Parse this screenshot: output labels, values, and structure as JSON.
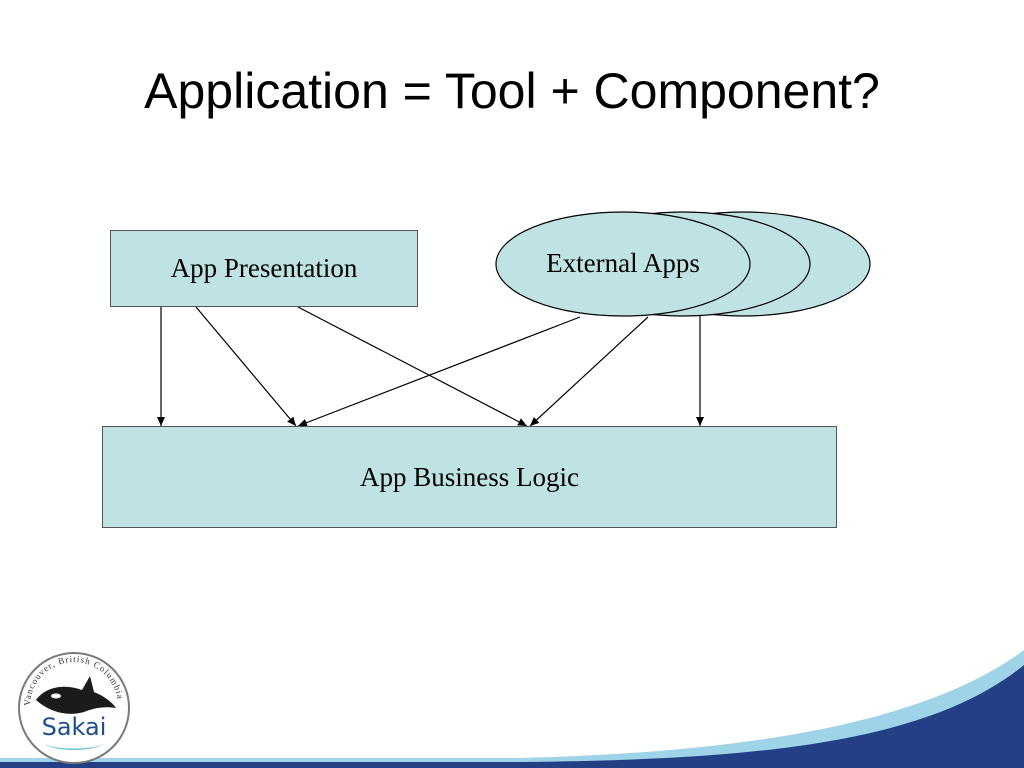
{
  "slide": {
    "title": "Application = Tool + Component?"
  },
  "diagram": {
    "nodes": {
      "app_presentation": "App Presentation",
      "external_apps": "External Apps",
      "app_business_logic": "App Business Logic"
    },
    "edges": [
      {
        "from": "app_presentation",
        "to": "app_business_logic"
      },
      {
        "from": "app_presentation",
        "to": "app_business_logic"
      },
      {
        "from": "app_presentation",
        "to": "app_business_logic"
      },
      {
        "from": "external_apps",
        "to": "app_business_logic"
      },
      {
        "from": "external_apps",
        "to": "app_business_logic"
      },
      {
        "from": "external_apps",
        "to": "app_business_logic"
      }
    ]
  },
  "logo": {
    "text": "Sakai",
    "ring_text": "Vancouver, British Columbia"
  },
  "colors": {
    "node_fill": "#bfe2e3",
    "footer_blue": "#243f85",
    "accent_light_blue": "#9ed3e8"
  }
}
